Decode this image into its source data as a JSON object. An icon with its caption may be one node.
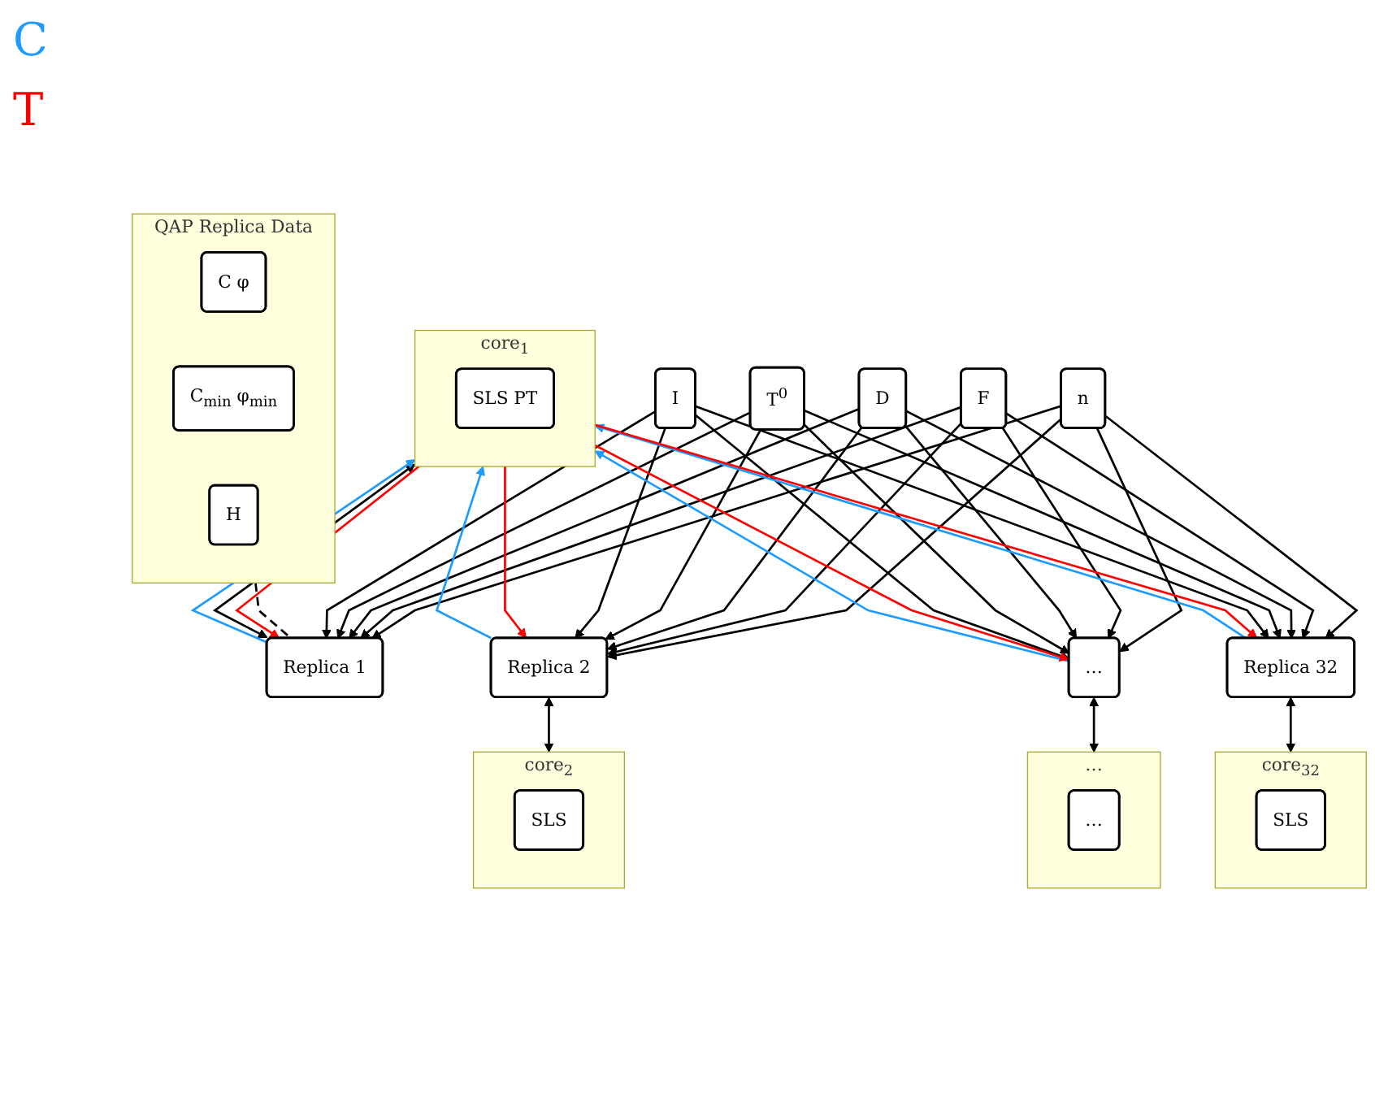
{
  "diagram": {
    "nodes": [
      {
        "text": [
          "QAP Replica Data"
        ]
      },
      {
        "text": [
          "C φ"
        ],
        "in": 0
      },
      {
        "text": [
          "C$_{min}$ φ$_{min}$"
        ],
        "in": 0
      },
      {
        "text": [
          "H"
        ],
        "in": 0
      },
      {
        "text": [
          "n"
        ]
      },
      {
        "text": [
          "F"
        ]
      },
      {
        "text": [
          "D"
        ]
      },
      {
        "text": [
          "T$^{0}$"
        ]
      },
      {
        "text": [
          "I"
        ]
      },
      {
        "text": [
          "Replica 1"
        ]
      },
      {
        "text": [
          "Replica 2"
        ]
      },
      {
        "text": [
          "…"
        ]
      },
      {
        "text": [
          "Replica 32"
        ]
      },
      {
        "text": [
          "core$_{1}$"
        ]
      },
      {
        "text": [
          "SLS PT"
        ],
        "in": 13
      },
      {
        "text": [
          "core$_{2}$"
        ]
      },
      {
        "text": [
          "SLS"
        ],
        "in": 15
      },
      {
        "text": [
          "…"
        ]
      },
      {
        "text": [
          "…"
        ],
        "in": 17
      },
      {
        "text": [
          "core$_{32}$"
        ]
      },
      {
        "text": [
          "SLS"
        ],
        "in": 19
      }
    ],
    "edges": [
      {
        "from": 0,
        "to": 9,
        "arrow": "none",
        "style": "dashed"
      },
      {
        "from": 4,
        "to": 9,
        "arrow": "to"
      },
      {
        "from": 4,
        "to": 10,
        "arrow": "to"
      },
      {
        "from": 4,
        "to": 11,
        "arrow": "to"
      },
      {
        "from": 4,
        "to": 12,
        "arrow": "to"
      },
      {
        "from": 5,
        "to": 9,
        "arrow": "to"
      },
      {
        "from": 5,
        "to": 10,
        "arrow": "to"
      },
      {
        "from": 5,
        "to": 11,
        "arrow": "to"
      },
      {
        "from": 5,
        "to": 12,
        "arrow": "to"
      },
      {
        "from": 6,
        "to": 9,
        "arrow": "to"
      },
      {
        "from": 6,
        "to": 10,
        "arrow": "to"
      },
      {
        "from": 6,
        "to": 11,
        "arrow": "to"
      },
      {
        "from": 6,
        "to": 12,
        "arrow": "to"
      },
      {
        "from": 7,
        "to": 9,
        "arrow": "to"
      },
      {
        "from": 7,
        "to": 10,
        "arrow": "to"
      },
      {
        "from": 7,
        "to": 11,
        "arrow": "to"
      },
      {
        "from": 7,
        "to": 12,
        "arrow": "to"
      },
      {
        "from": 8,
        "to": 9,
        "arrow": "to"
      },
      {
        "from": 8,
        "to": 10,
        "arrow": "to"
      },
      {
        "from": 8,
        "to": 11,
        "arrow": "to"
      },
      {
        "from": 8,
        "to": 12,
        "arrow": "to"
      },
      {
        "from": 9,
        "to": 13,
        "arrow": "both"
      },
      {
        "from": 10,
        "to": 15,
        "arrow": "both"
      },
      {
        "from": 11,
        "to": 17,
        "arrow": "both"
      },
      {
        "from": 12,
        "to": 19,
        "arrow": "both"
      },
      {
        "from": 9,
        "to": 13,
        "arrow": "to",
        "color": "#1e9bff"
      },
      {
        "from": 10,
        "to": 13,
        "arrow": "to",
        "color": "#1e9bff"
      },
      {
        "from": 11,
        "to": 13,
        "arrow": "to",
        "color": "#1e9bff"
      },
      {
        "from": 12,
        "to": 13,
        "arrow": "to",
        "color": "#1e9bff"
      },
      {
        "from": 13,
        "to": 9,
        "arrow": "to",
        "color": "#ff0000"
      },
      {
        "from": 13,
        "to": 10,
        "arrow": "to",
        "color": "#ff0000"
      },
      {
        "from": 13,
        "to": 11,
        "arrow": "to",
        "color": "#ff0000"
      },
      {
        "from": 13,
        "to": 12,
        "arrow": "to",
        "color": "#ff0000"
      }
    ],
    "labels": [
      "C",
      "T"
    ]
  }
}
